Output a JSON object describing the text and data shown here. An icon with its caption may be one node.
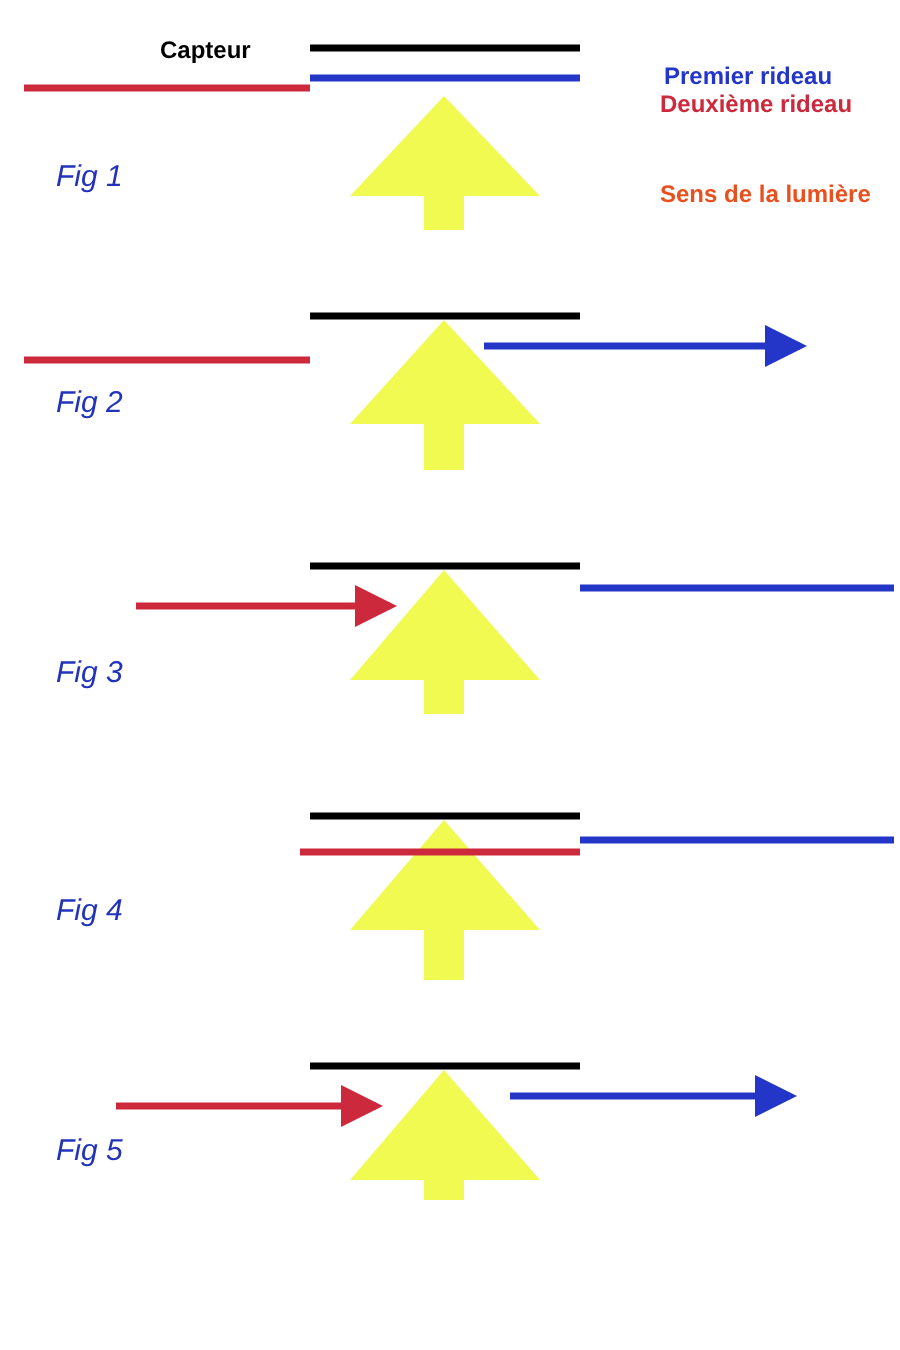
{
  "diagram": {
    "labels": [
      "Capteur",
      "Fig 1",
      "Fig 2",
      "Fig 3",
      "Fig 4",
      "Fig 5"
    ],
    "legend": [
      {
        "text": "Premier rideau",
        "color": "#2436c8"
      },
      {
        "text": "Deuxième rideau",
        "color": "#cc2a3c"
      },
      {
        "text": "Sens de la lumière",
        "color": "#e8501e"
      }
    ]
  }
}
